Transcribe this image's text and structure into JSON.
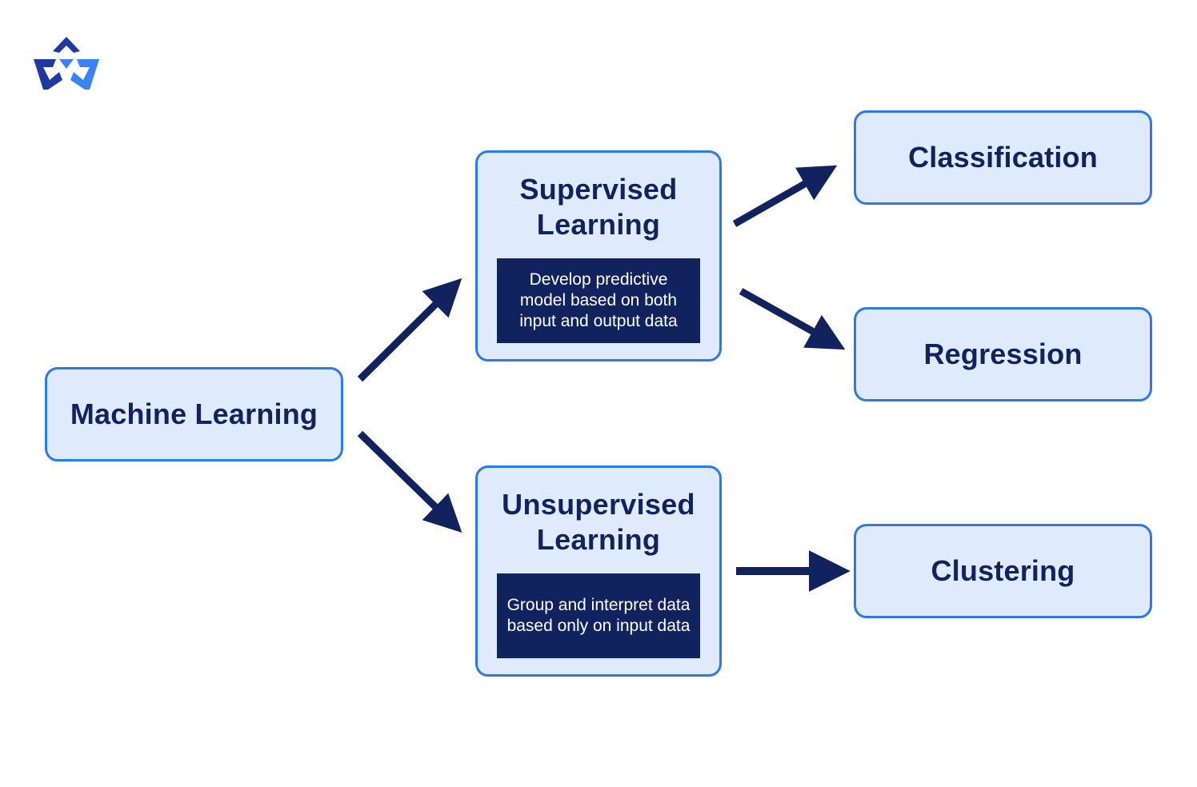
{
  "colors": {
    "node_fill": "#dfeafc",
    "node_border": "#2d79e6",
    "dark_navy": "#11235e",
    "logo_dark": "#1e3a9e",
    "logo_light": "#3b82f6"
  },
  "logo": {
    "icon": "star-crown-logo"
  },
  "nodes": {
    "machine_learning": {
      "label": "Machine Learning"
    },
    "supervised": {
      "title_line1": "Supervised",
      "title_line2": "Learning",
      "description": "Develop predictive model based on both input and output data"
    },
    "unsupervised": {
      "title_line1": "Unsupervised",
      "title_line2": "Learning",
      "description": "Group and interpret data based only on input data"
    },
    "classification": {
      "label": "Classification"
    },
    "regression": {
      "label": "Regression"
    },
    "clustering": {
      "label": "Clustering"
    }
  },
  "edges": [
    {
      "from": "machine_learning",
      "to": "supervised"
    },
    {
      "from": "machine_learning",
      "to": "unsupervised"
    },
    {
      "from": "supervised",
      "to": "classification"
    },
    {
      "from": "supervised",
      "to": "regression"
    },
    {
      "from": "unsupervised",
      "to": "clustering"
    }
  ]
}
